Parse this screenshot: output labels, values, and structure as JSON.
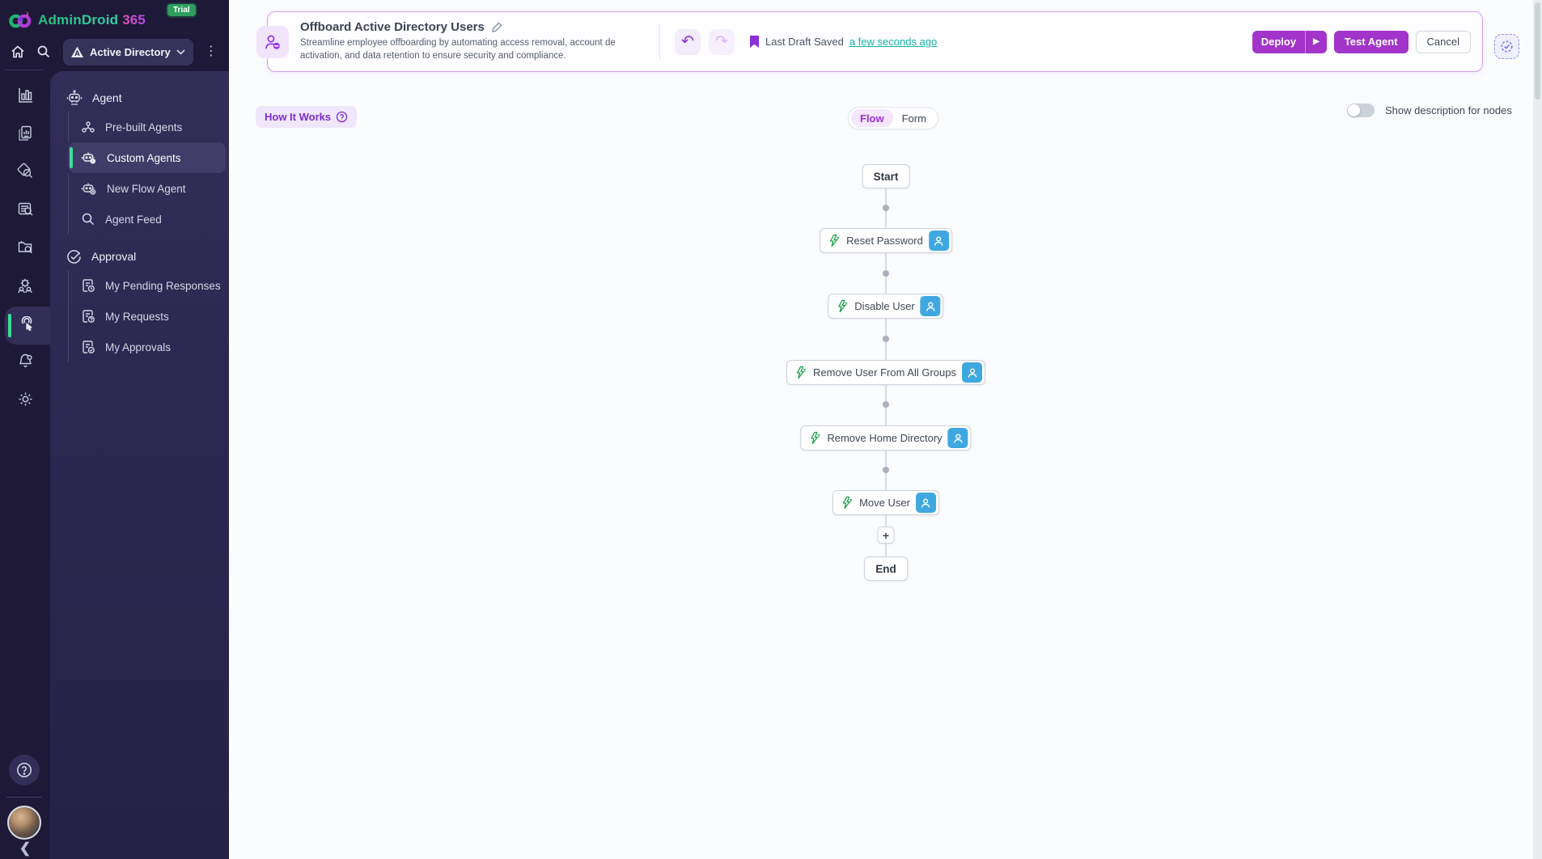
{
  "brand": {
    "name": "AdminDroid",
    "suffix": "365",
    "trial": "Trial"
  },
  "topbar": {
    "workspace": "Active Directory"
  },
  "rail": {
    "icons": [
      "bar-chart-icon",
      "report-docs-icon",
      "audit-search-icon",
      "list-search-icon",
      "folder-search-icon",
      "delegation-gear-people-icon",
      "automation-tap-icon",
      "alert-bell-gear-icon",
      "settings-gear-icon",
      "help-icon",
      "user-avatar",
      "collapse-chevron-icon"
    ],
    "active_icon": "automation-tap-icon"
  },
  "sidebar": {
    "sections": [
      {
        "label": "Agent",
        "icon": "robot-icon",
        "items": [
          {
            "label": "Pre-built Agents",
            "icon": "nodes-icon",
            "active": false
          },
          {
            "label": "Custom Agents",
            "icon": "robot-gear-icon",
            "active": true
          },
          {
            "label": "New Flow Agent",
            "icon": "robot-plus-icon",
            "active": false
          },
          {
            "label": "Agent Feed",
            "icon": "search-icon",
            "active": false
          }
        ]
      },
      {
        "label": "Approval",
        "icon": "check-circle-icon",
        "items": [
          {
            "label": "My Pending Responses",
            "icon": "doc-clock-icon",
            "active": false
          },
          {
            "label": "My Requests",
            "icon": "doc-question-icon",
            "active": false
          },
          {
            "label": "My Approvals",
            "icon": "doc-check-icon",
            "active": false
          }
        ]
      }
    ]
  },
  "header": {
    "title": "Offboard Active Directory Users",
    "description": "Streamline employee offboarding by automating access removal, account de activation, and data retention to ensure security and compliance.",
    "last_saved_label": "Last Draft Saved",
    "last_saved_link": "a few seconds ago",
    "deploy_label": "Deploy",
    "test_agent_label": "Test Agent",
    "cancel_label": "Cancel"
  },
  "canvas": {
    "how_it_works_label": "How It Works",
    "view_toggle": {
      "options": [
        "Flow",
        "Form"
      ],
      "selected": "Flow"
    },
    "show_description_label": "Show description for nodes",
    "flow": {
      "start_label": "Start",
      "end_label": "End",
      "nodes": [
        {
          "label": "Reset Password",
          "icon": "lightning-icon",
          "action_icon": "user-icon"
        },
        {
          "label": "Disable User",
          "icon": "lightning-icon",
          "action_icon": "user-icon"
        },
        {
          "label": "Remove User From All Groups",
          "icon": "lightning-icon",
          "action_icon": "user-icon"
        },
        {
          "label": "Remove Home Directory",
          "icon": "lightning-icon",
          "action_icon": "user-icon"
        },
        {
          "label": "Move User",
          "icon": "lightning-icon",
          "action_icon": "user-icon"
        }
      ]
    }
  },
  "colors": {
    "accent_purple": "#9333ea",
    "button_purple": "#a234ca",
    "action_blue": "#3fa8e1",
    "bolt_green": "#16a34a",
    "link_teal": "#12b3a8",
    "active_green": "#3ddc97",
    "sidebar_dark": "#1d1936",
    "sidebar_panel": "#2b2750"
  }
}
